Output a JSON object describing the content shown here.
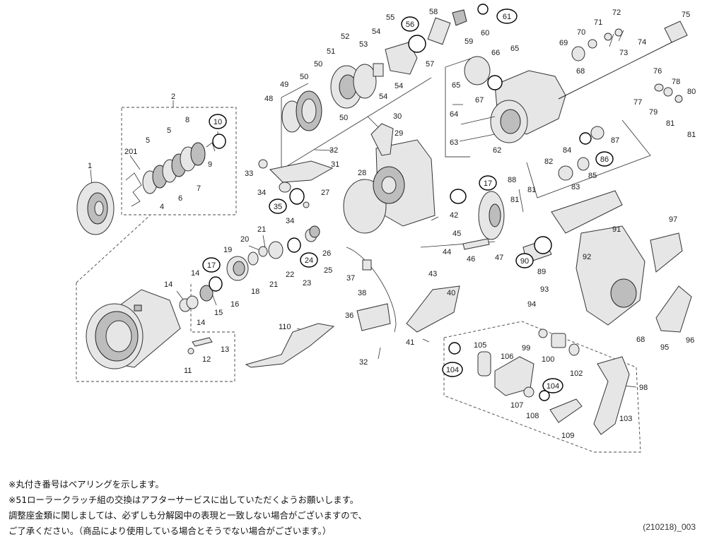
{
  "plain_labels": {
    "p1": "1",
    "p2": "2",
    "p201": "201",
    "p4": "4",
    "p5a": "5",
    "p5b": "5",
    "p6": "6",
    "p7": "7",
    "p8": "8",
    "p9": "9",
    "p11": "11",
    "p12": "12",
    "p13": "13",
    "p14a": "14",
    "p14b": "14",
    "p14c": "14",
    "p15": "15",
    "p16": "16",
    "p18": "18",
    "p19": "19",
    "p20": "20",
    "p21a": "21",
    "p21b": "21",
    "p22": "22",
    "p23": "23",
    "p25": "25",
    "p26": "26",
    "p27": "27",
    "p28": "28",
    "p29": "29",
    "p30": "30",
    "p31": "31",
    "p32a": "32",
    "p32b": "32",
    "p33": "33",
    "p34a": "34",
    "p34b": "34",
    "p36": "36",
    "p37": "37",
    "p38": "38",
    "p40": "40",
    "p41": "41",
    "p42": "42",
    "p43": "43",
    "p44": "44",
    "p45": "45",
    "p46": "46",
    "p47": "47",
    "p48": "48",
    "p49": "49",
    "p50a": "50",
    "p50b": "50",
    "p50c": "50",
    "p51": "51",
    "p52": "52",
    "p53": "53",
    "p54a": "54",
    "p54b": "54",
    "p54c": "54",
    "p55": "55",
    "p57": "57",
    "p58": "58",
    "p59": "59",
    "p60": "60",
    "p62": "62",
    "p63": "63",
    "p64": "64",
    "p65a": "65",
    "p65b": "65",
    "p66": "66",
    "p67": "67",
    "p68a": "68",
    "p68b": "68",
    "p69": "69",
    "p70": "70",
    "p71": "71",
    "p72": "72",
    "p73": "73",
    "p74": "74",
    "p75": "75",
    "p76": "76",
    "p77": "77",
    "p78": "78",
    "p79": "79",
    "p80": "80",
    "p81a": "81",
    "p81b": "81",
    "p81c": "81",
    "p81d": "81",
    "p82": "82",
    "p83": "83",
    "p84": "84",
    "p85": "85",
    "p87": "87",
    "p88": "88",
    "p89": "89",
    "p91": "91",
    "p92": "92",
    "p93": "93",
    "p94": "94",
    "p95": "95",
    "p96": "96",
    "p97": "97",
    "p98": "98",
    "p99": "99",
    "p100": "100",
    "p102": "102",
    "p103": "103",
    "p105": "105",
    "p106": "106",
    "p107": "107",
    "p108": "108",
    "p109": "109",
    "p110": "110"
  },
  "bearing_labels": {
    "b10": "10",
    "b17a": "17",
    "b17b": "17",
    "b24": "24",
    "b35": "35",
    "b56": "56",
    "b61": "61",
    "b86": "86",
    "b90": "90",
    "b104a": "104",
    "b104b": "104"
  },
  "notes": [
    "※丸付き番号はベアリングを示します。",
    "※51ローラークラッチ組の交換はアフターサービスに出していただくようお願いします。",
    "調整座金類に関しましては、必ずしも分解図中の表現と一致しない場合がございますので、",
    "ご了承ください。（商品により使用している場合とそうでない場合がございます。）"
  ],
  "diagram_code": "(210218)_003"
}
